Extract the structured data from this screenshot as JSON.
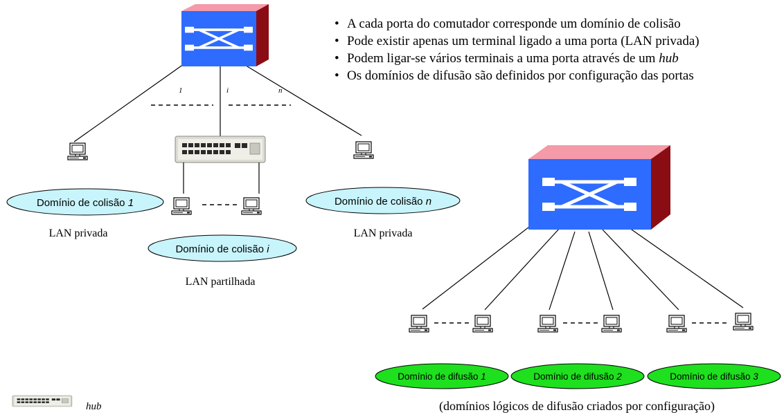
{
  "bullets": [
    {
      "text": "A cada porta do comutador corresponde um domínio de colisão"
    },
    {
      "text": "Pode existir apenas um terminal ligado a uma porta (LAN privada)"
    },
    {
      "text": "Podem ligar-se vários terminais a uma porta através de um ",
      "emph": "hub"
    },
    {
      "text": "Os domínios de difusão são definidos por configuração das portas"
    }
  ],
  "port_labels": {
    "first": "1",
    "middle": "i",
    "last": "n"
  },
  "collision_domains": [
    {
      "prefix": "Domínio de colisão ",
      "index": "1",
      "caption": "LAN privada"
    },
    {
      "prefix": "Domínio de colisão ",
      "index": "i",
      "caption": "LAN partilhada"
    },
    {
      "prefix": "Domínio de colisão ",
      "index": "n",
      "caption": "LAN privada"
    }
  ],
  "broadcast_domains": [
    {
      "prefix": "Domínio de difusão ",
      "index": "1"
    },
    {
      "prefix": "Domínio de difusão ",
      "index": "2"
    },
    {
      "prefix": "Domínio de difusão ",
      "index": "3"
    }
  ],
  "broadcast_caption": "(domínios lógicos de difusão criados por configuração)",
  "legend": {
    "hub_label": "hub"
  },
  "colors": {
    "switch_front": "#2e6bff",
    "switch_top": "#f49aa8",
    "switch_side": "#8b0d14",
    "collision_ellipse": "#c8f4fb",
    "broadcast_ellipse": "#1ee01e"
  }
}
